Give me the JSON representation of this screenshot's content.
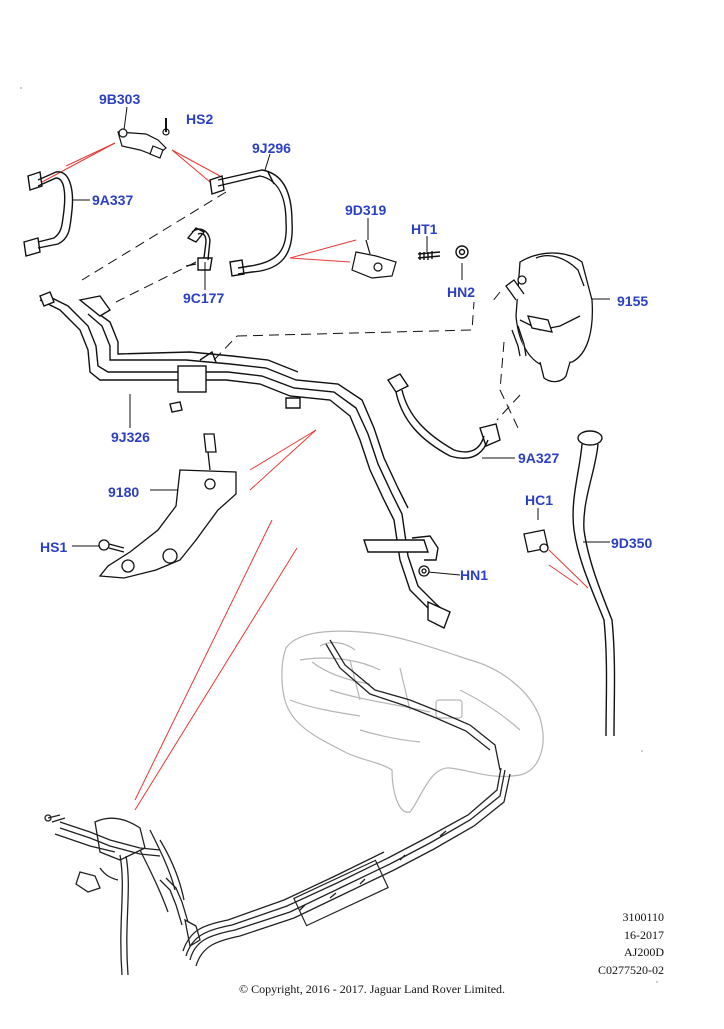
{
  "callouts": {
    "c9B303": "9B303",
    "cHS2": "HS2",
    "c9J296": "9J296",
    "c9A337": "9A337",
    "c9D319": "9D319",
    "cHT1": "HT1",
    "cHN2": "HN2",
    "c9155": "9155",
    "c9C177": "9C177",
    "c9J326": "9J326",
    "c9A327": "9A327",
    "c9180": "9180",
    "cHC1": "HC1",
    "c9D350": "9D350",
    "cHS1": "HS1",
    "cHN1": "HN1"
  },
  "reference": {
    "code": "3100110",
    "date": "16-2017",
    "engine": "AJ200D",
    "illustration": "C0277520-02"
  },
  "copyright": "© Copyright, 2016 - 2017. Jaguar Land Rover Limited.",
  "colors": {
    "callout": "#2b3fc4",
    "leader_red": "#e53935",
    "line": "#111111",
    "ghost": "#b0b0b0"
  }
}
